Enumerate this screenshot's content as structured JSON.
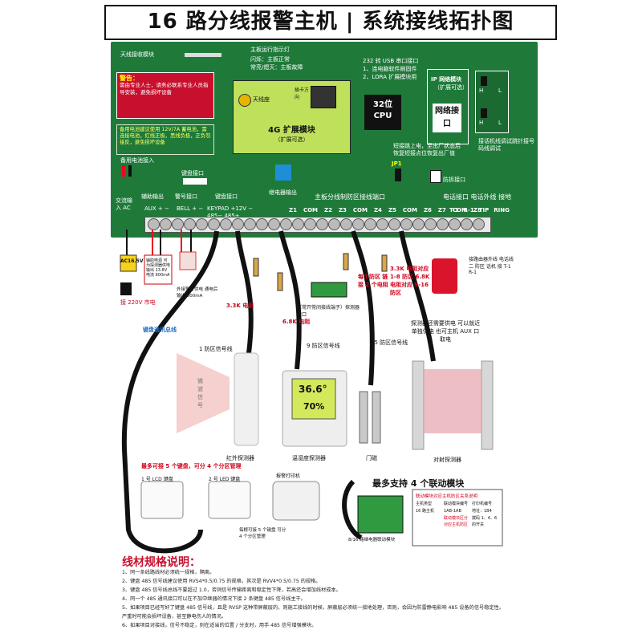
{
  "title": "16 路分线报警主机 | 系统接线拓扑图",
  "board": {
    "antenna_module": "天线接收模块",
    "status_light": "主板运行指示灯",
    "status_light_notes": [
      "闪烁：主板正常",
      "常亮/熄灭：主板故障"
    ],
    "usb_port": "232 转 USB 串口接口",
    "usb_port_notes": [
      "1、连电脑软件刷固件",
      "2、LORA 扩展模块用"
    ],
    "warning_title": "警告：",
    "warning_text": "需由专业人士，请务必联系专业人员指导安装，避免损坏设备",
    "battery_text": "备用电池建议使用 12V/7A 蓄电池，需连接电池，红线正极，黑线负极，正负勿接反，避免损坏设备",
    "module_4g": "4G 扩展模块",
    "module_4g_sub": "（扩展可选）",
    "antenna_seat": "天线座",
    "card_slot": "插卡方向",
    "cpu": "32位 CPU",
    "ip_module": "IP 网络模块",
    "ip_module_sub": "（扩展可选）",
    "network_port": "网络接口",
    "jumper_h": "H",
    "jumper_l": "L",
    "jumper_note": "接话机线调试跳针接号码线调试",
    "jp1": "JP1",
    "jp1_note": "短接跳上电，至出厂状态后恢复短接点位恢复出厂值",
    "tamper": "防拆接口",
    "keyboard_port": "键盘接口",
    "relay_output": "继电器输出",
    "battery_input": "备用电池接入",
    "terminal_header": "主板分线制防区接线端口",
    "phone_header": "电话接口   电话外线   接地",
    "aux_label": "辅助输出",
    "aux_pins": "AUX  +  −",
    "bell_label": "警号接口",
    "bell_pins": "BELL  +  −",
    "keypad_label": "键盘接口",
    "keypad_pins": "KEYPAD  +12V  −  485−  485+",
    "ac_label": "交流输入 AC",
    "zone_pins": [
      "Z1",
      "COM",
      "Z2",
      "Z3",
      "COM",
      "Z4",
      "Z5",
      "COM",
      "Z6",
      "Z7",
      "COM",
      "Z8"
    ],
    "phone_pins": [
      "T-1",
      "R-1",
      "TIP",
      "RING"
    ]
  },
  "diagram": {
    "ac_adapter": "AC16.5V",
    "ac_note": "接 220V 市电",
    "psu_label": "辅助电源 可为探测器供电 输出 13.8V 电流 600mA",
    "siren_note": "外接警号供电 通电后输出 600mA",
    "resistor_33k": "3.3K 电阻",
    "resistor_68k": "6.8K 电阻",
    "zone_module": "（常开常闭接线端子）探测器接口",
    "zone_module_note": "每个防区 链接 2 个电阻",
    "resistor_note": "3.3K 电阻对应 1-8 防区 6.8K 电阻对应 9-16 防区",
    "phone_note": "接路由器外线 电话线 二 防区 话机 接 T-1 R-1",
    "bus_label": "键盘通讯总线",
    "wire_zone1": "1 防区信号线",
    "wire_zone9": "9 防区信号线",
    "wire_zone15": "15 防区信号线",
    "beam_note": "探测器还需要供电 可以就近单独供电 也可主机 AUX 口取电",
    "microwave": "微波信号",
    "infrared": "红外探测器",
    "temp_display_1": "36.6°",
    "temp_display_2": "70%",
    "temp_sensor": "温湿度探测器",
    "door": "门磁",
    "beam": "对射探测器",
    "keypad_note": "最多可接 5 个键盘，可分 4 个分区管理",
    "keypad1": "1 号 LCD 键盘",
    "keypad2": "2 号 LED 键盘",
    "printer": "报警打印机",
    "keypad_bus_note": "每根可接 5 个键盘 可分 4 个分区管理",
    "linkage_title": "最多支持 4 个联动模块",
    "linkage_card_title": "联动模块对应主机防区关系说明",
    "linkage_cols": [
      "主机类型",
      "联动模块编号",
      "打印机编号"
    ],
    "linkage_rows": [
      [
        "16 路主机",
        "1AB-1AB",
        "地址：1B4"
      ],
      [
        "",
        "联动模块区分 对应主机防区",
        "拨码 1、4、6 的开关"
      ]
    ],
    "linkage_bus_note": "8/16 路继电器联动模块"
  },
  "notes": {
    "title": "线材规格说明：",
    "items": [
      "1、同一条线路线材必须统一规格，隔离。",
      "2、键盘 485 信号线建议使用 RVS4*0.5/0.75 的规格，其次是 RVV4*0.5/0.75 的规格。",
      "3、键盘 485 信号线总线不要超过 1.0，否则信号传输距离和稳定性下降，若高还会增加线材成本。",
      "4、同一个 485 通讯接口可以在不加中继器的情况下接 2 条键盘 485 信号线主干。",
      "5、如果项目已经写好了键盘 485 信号线，且是 RVSP 这种带屏蔽层的，则施工接线的时候，屏蔽层必须统一接地处理，否则，会因为防雷静电影响 485 设备的信号稳定性。",
      "   严重时可能会损坏设备，甚至静电伤人的情况。",
      "6、如果项目对接线，信号不稳定，则在适当的位置 / 分支时，用手 485 信号增强模块。"
    ]
  }
}
